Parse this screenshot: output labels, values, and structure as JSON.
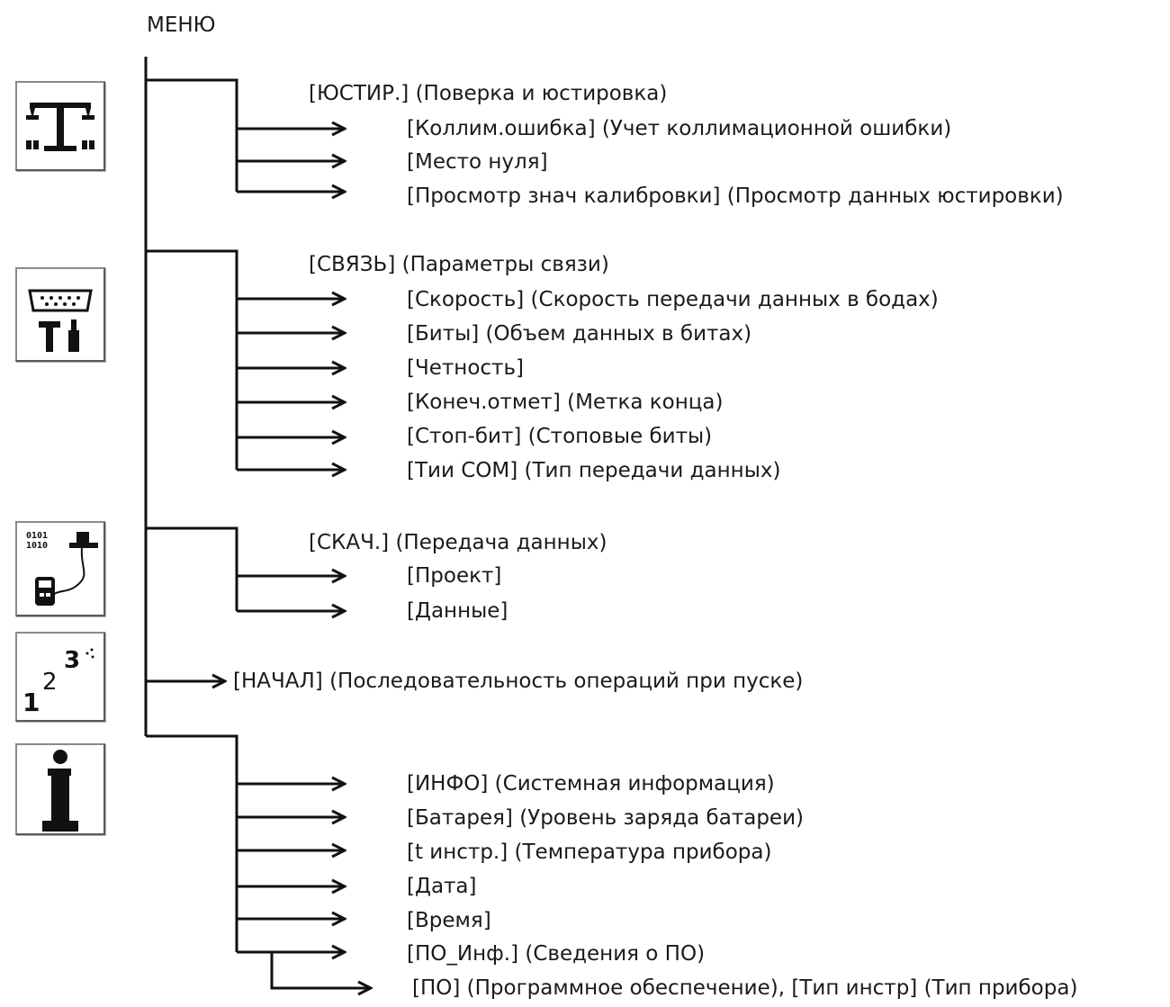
{
  "title": "МЕНЮ",
  "sections": {
    "adjust": {
      "icon": "balance-scale-icon",
      "heading": "[ЮСТИР.] (Поверка и юстировка)",
      "items": [
        "[Коллим.ошибка] (Учет коллимационной ошибки)",
        "[Место нуля]",
        "[Просмотр знач калибровки] (Просмотр данных юстировки)"
      ]
    },
    "comm": {
      "icon": "connector-plug-icon",
      "heading": "[СВЯЗЬ] (Параметры связи)",
      "items": [
        "[Скорость] (Скорость передачи данных в бодах)",
        "[Биты] (Объем данных в битах)",
        "[Четность]",
        "[Конеч.отмет] (Метка конца)",
        "[Стоп-бит] (Стоповые биты)",
        "[Тии COM] (Тип передачи данных)"
      ]
    },
    "download": {
      "icon": "data-transfer-icon",
      "heading": "[СКАЧ.] (Передача данных)",
      "items": [
        "[Проект]",
        "[Данные]"
      ]
    },
    "start": {
      "icon": "sequence-123-icon",
      "label": "[НАЧАЛ] (Последовательность операций при пуске)"
    },
    "info": {
      "icon": "info-icon",
      "items": [
        "[ИНФО] (Системная информация)",
        "[Батарея] (Уровень заряда батареи)",
        "[t инстр.] (Температура прибора)",
        "[Дата]",
        "[Время]",
        "[ПО_Инф.] (Сведения о ПО)"
      ],
      "sub_item": "[ПО] (Программное обеспечение), [Тип инстр] (Тип прибора)"
    }
  }
}
